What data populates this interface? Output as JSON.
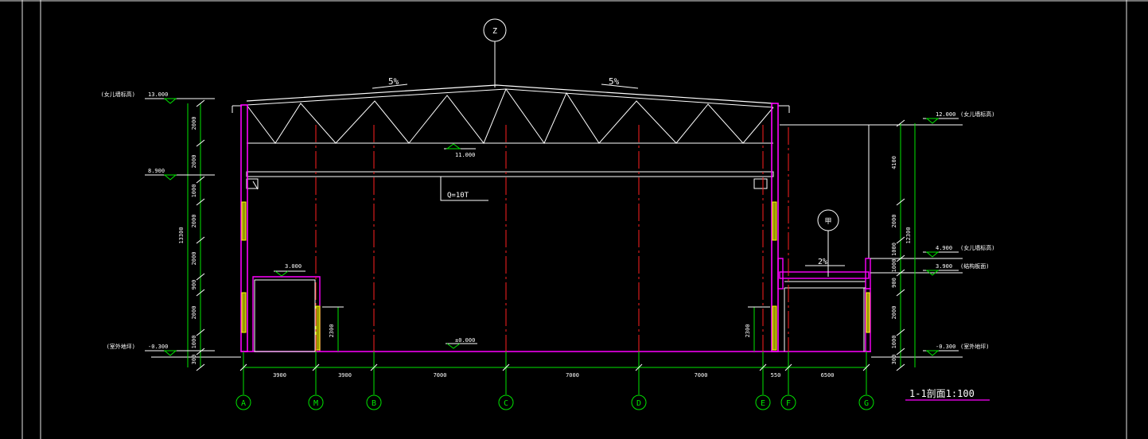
{
  "colors": {
    "background": "#000000",
    "frame": "#e6e6e6",
    "wall": "#ff00ff",
    "axis": "#ff2020",
    "dimension": "#00e600",
    "truss": "#ffffff",
    "glazing": "#ffff00"
  },
  "drawing_title": "1-1剖面1:100",
  "roof_slopes": [
    "5%",
    "5%"
  ],
  "annex_slope": "2%",
  "section_marks": [
    "Z",
    "甲"
  ],
  "crane_label": "Q=10T",
  "axes": [
    "A",
    "M",
    "B",
    "C",
    "D",
    "E",
    "F",
    "G"
  ],
  "bottom_dims": [
    "3900",
    "3900",
    "7000",
    "7000",
    "7000",
    "550",
    "6500"
  ],
  "left_vertical_dims": [
    "2000",
    "2000",
    "1000",
    "2000",
    "2000",
    "900",
    "2000",
    "1000",
    "300"
  ],
  "left_total": "13300",
  "right_vertical_dims": [
    "4100",
    "2000",
    "1000",
    "1000",
    "900",
    "2000",
    "1000",
    "300"
  ],
  "right_total": "12300",
  "left_elevations": [
    {
      "value": "13.000",
      "note": "(女儿墙标高)"
    },
    {
      "value": "8.900",
      "note": ""
    },
    {
      "value": "-0.300",
      "note": "(室外地坪)"
    }
  ],
  "right_elevations": [
    {
      "value": "12.000",
      "note": "(女儿墙标高)"
    },
    {
      "value": "4.900",
      "note": "(女儿墙标高)"
    },
    {
      "value": "3.900",
      "note": "(结构板面)"
    },
    {
      "value": "-0.300",
      "note": "(室外地坪)"
    }
  ],
  "interior_elevations": {
    "truss_bottom": "11.000",
    "platform": "3.000",
    "floor": "±0.000"
  },
  "door_heights": [
    "2300",
    "2300"
  ]
}
